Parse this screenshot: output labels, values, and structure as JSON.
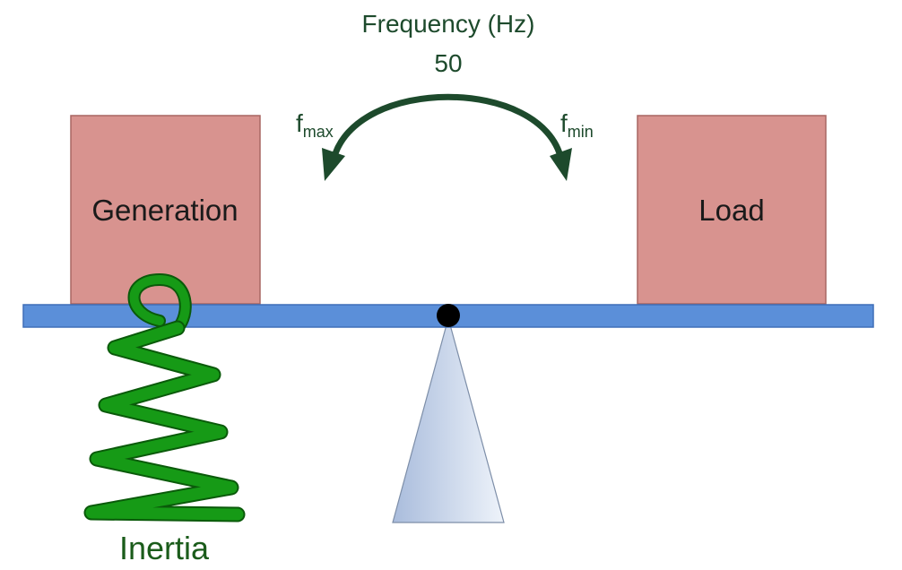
{
  "title": "Frequency (Hz)",
  "nominal_value": "50",
  "f_max": {
    "base": "f",
    "sub": "max"
  },
  "f_min": {
    "base": "f",
    "sub": "min"
  },
  "left_block_label": "Generation",
  "right_block_label": "Load",
  "spring_label": "Inertia",
  "colors": {
    "block_fill": "#d8938f",
    "block_stroke": "#a86662",
    "beam_fill": "#5b8fd9",
    "beam_stroke": "#3f6fb8",
    "arrow": "#1d4a2c",
    "spring": "#169a16",
    "spring_label": "#1b5c1b",
    "pivot": "#000000",
    "fulcrum_light": "#eaf0f8",
    "fulcrum_dark": "#aebfdc",
    "text_dark": "#1a1a1a"
  }
}
